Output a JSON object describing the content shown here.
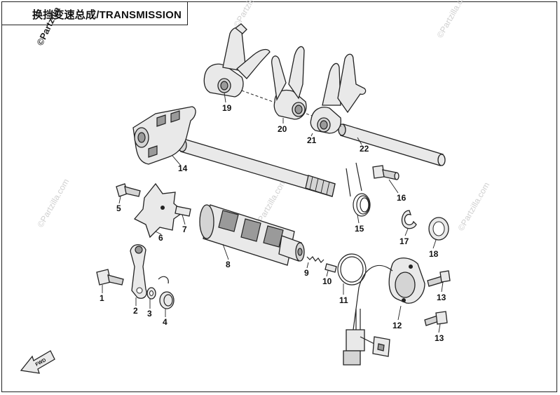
{
  "header": {
    "title": "换挡变速总成/TRANSMISSION"
  },
  "watermark": {
    "brand_text": "©Partzilla",
    "faint_text": "©Partzilla.com"
  },
  "fwd_label": "FWD",
  "callouts": [
    {
      "id": "c1",
      "label": "1"
    },
    {
      "id": "c2",
      "label": "2"
    },
    {
      "id": "c3",
      "label": "3"
    },
    {
      "id": "c4",
      "label": "4"
    },
    {
      "id": "c5",
      "label": "5"
    },
    {
      "id": "c6",
      "label": "6"
    },
    {
      "id": "c7",
      "label": "7"
    },
    {
      "id": "c8",
      "label": "8"
    },
    {
      "id": "c9",
      "label": "9"
    },
    {
      "id": "c10",
      "label": "10"
    },
    {
      "id": "c11",
      "label": "11"
    },
    {
      "id": "c12",
      "label": "12"
    },
    {
      "id": "c13a",
      "label": "13"
    },
    {
      "id": "c13b",
      "label": "13"
    },
    {
      "id": "c14",
      "label": "14"
    },
    {
      "id": "c15",
      "label": "15"
    },
    {
      "id": "c16",
      "label": "16"
    },
    {
      "id": "c17",
      "label": "17"
    },
    {
      "id": "c18",
      "label": "18"
    },
    {
      "id": "c19",
      "label": "19"
    },
    {
      "id": "c20",
      "label": "20"
    },
    {
      "id": "c21",
      "label": "21"
    },
    {
      "id": "c22",
      "label": "22"
    }
  ],
  "colors": {
    "line": "#222222",
    "part_fill": "#e9e9e9",
    "watermark": "#d0d0d0"
  }
}
